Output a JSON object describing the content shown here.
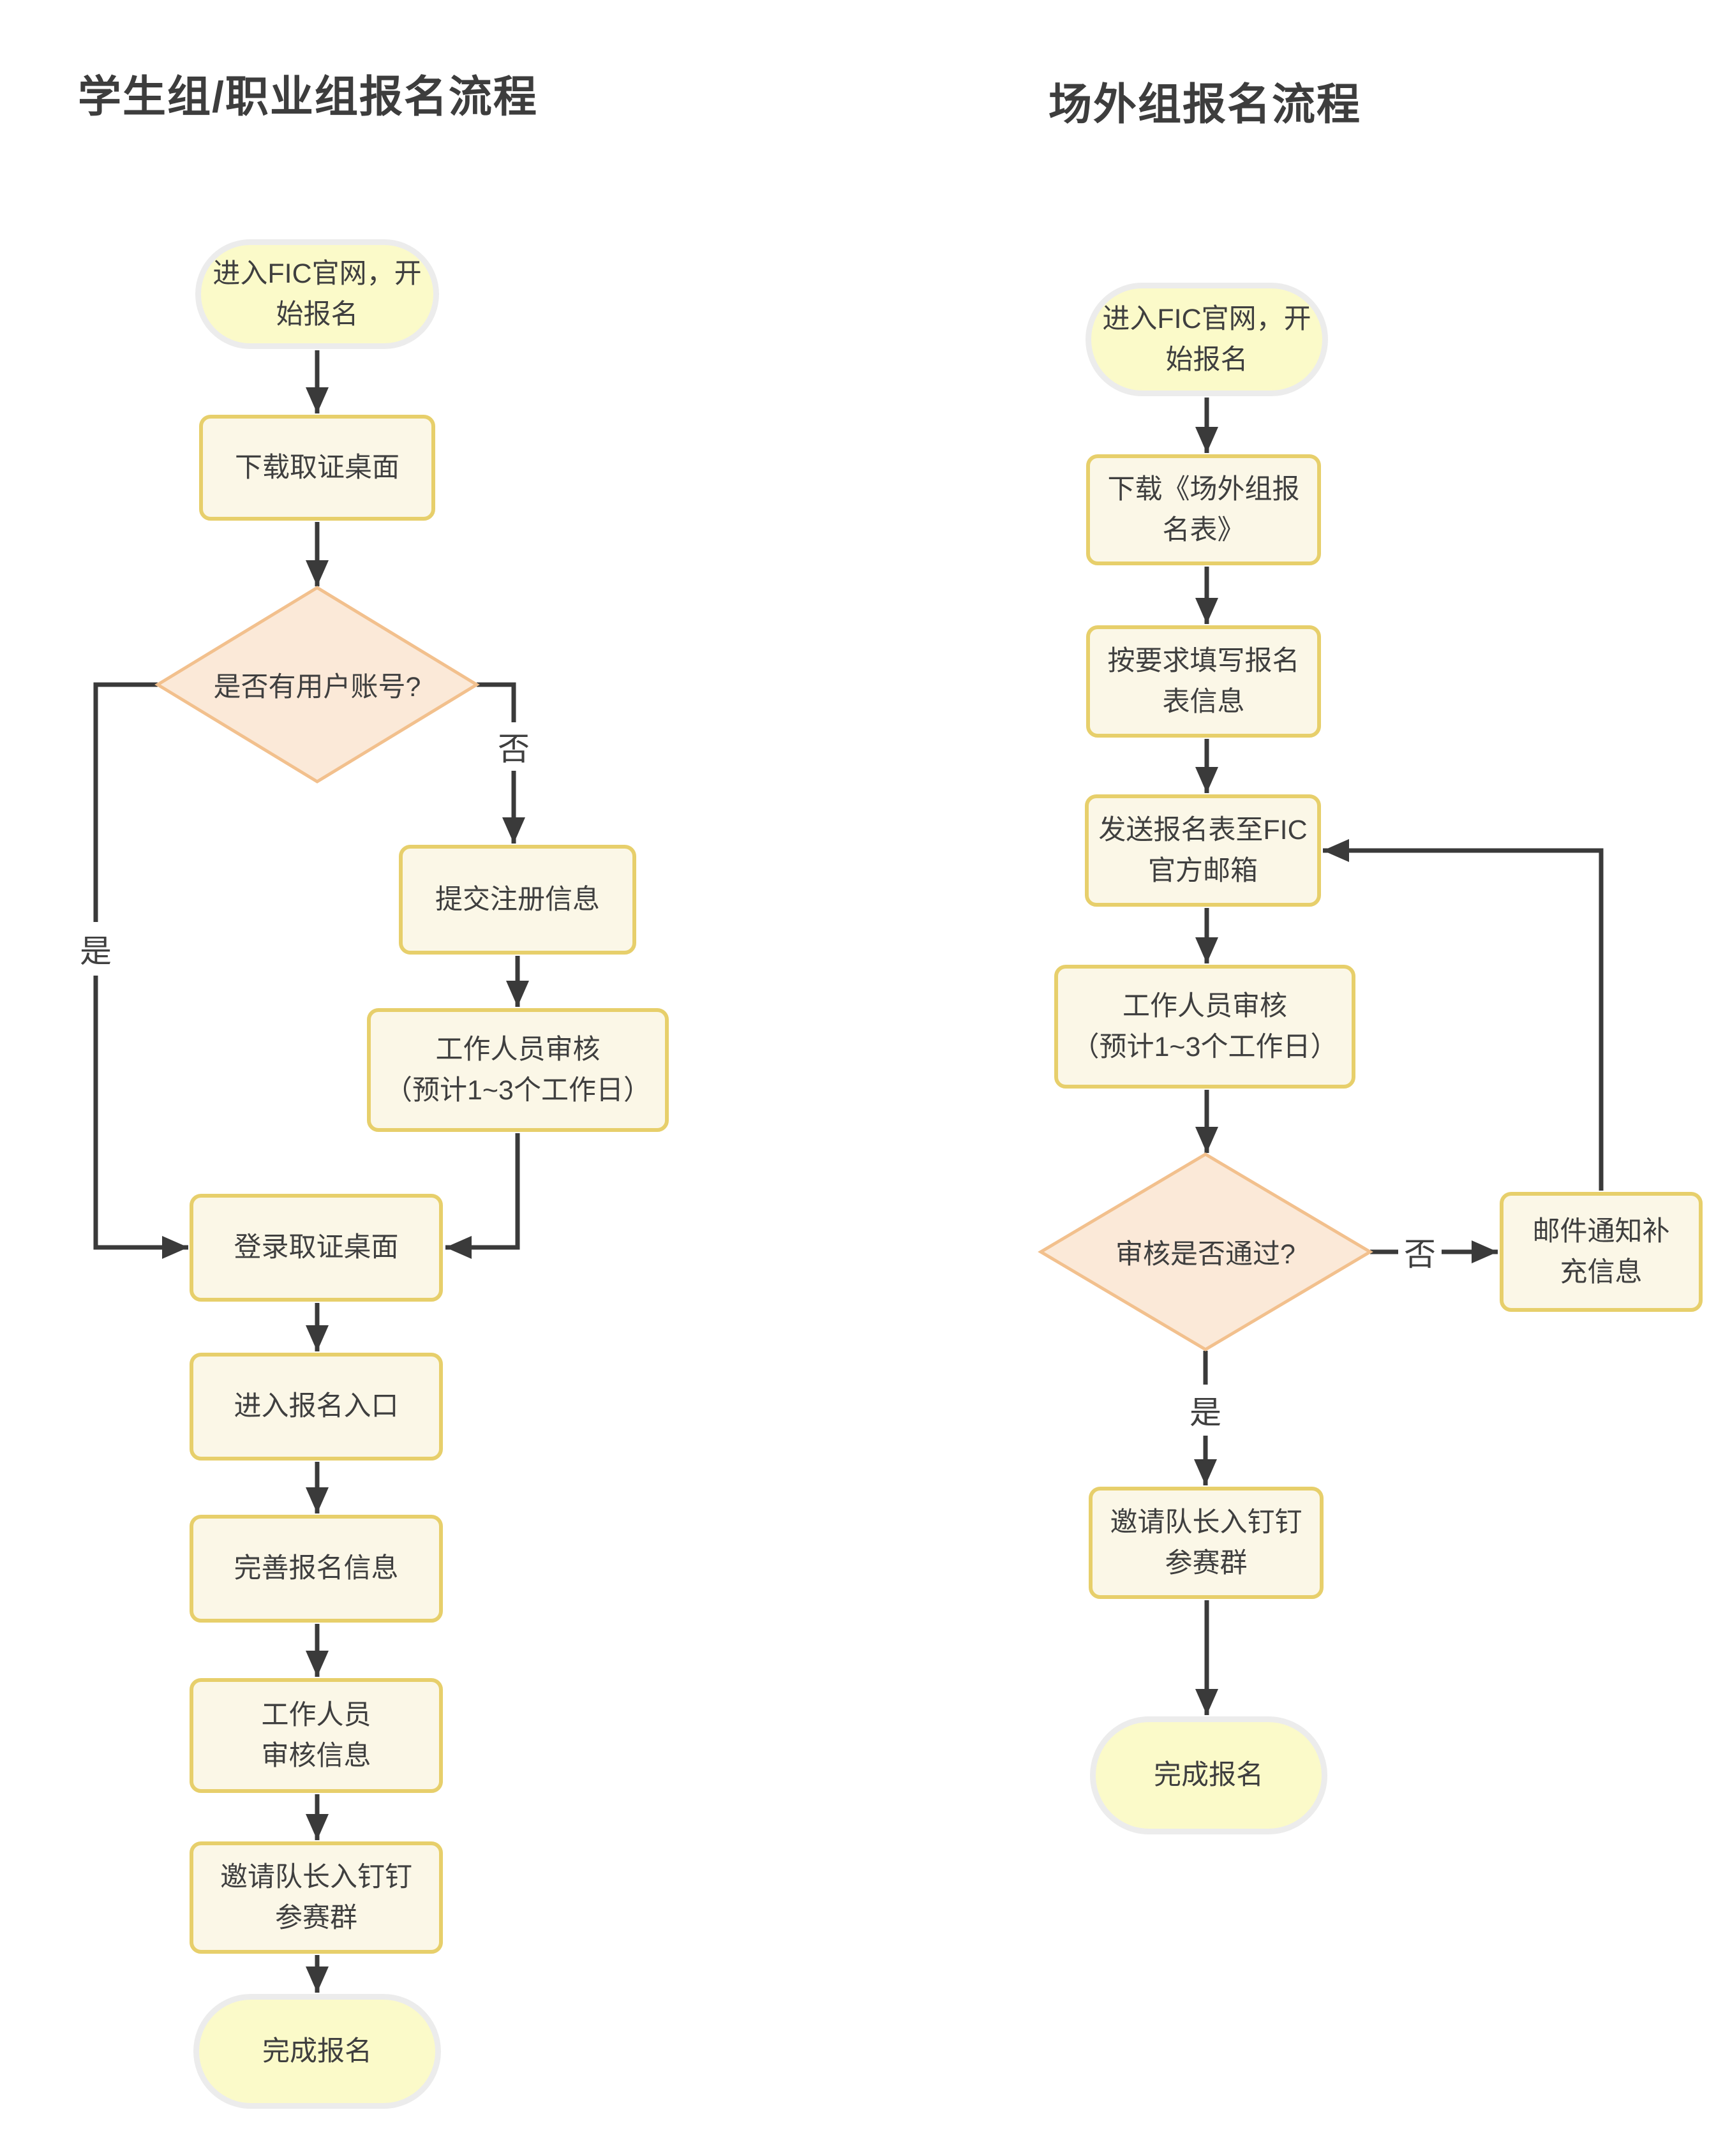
{
  "colors": {
    "page_bg": "#ffffff",
    "edge": "#3a3a3a",
    "text": "#3f3f3f",
    "title_text": "#3d3d3d",
    "stadium_fill": "#fbfac9",
    "stadium_border": "#ececec",
    "process_fill": "#fbf7e7",
    "process_border": "#e7cf6b",
    "diamond_fill": "#fbe9d8",
    "diamond_border": "#f2c08d"
  },
  "left_flow": {
    "title": "学生组/职业组报名流程",
    "start": "进入FIC官网，开\n始报名",
    "download_desktop": "下载取证桌面",
    "has_account_question": "是否有用户账号?",
    "submit_registration": "提交注册信息",
    "staff_review": "工作人员审核\n（预计1~3个工作日）",
    "login_desktop": "登录取证桌面",
    "enter_registration": "进入报名入口",
    "complete_registration_info": "完善报名信息",
    "staff_verify_info": "工作人员\n审核信息",
    "invite_captain_dingtalk": "邀请队长入钉钉\n参赛群",
    "finish": "完成报名",
    "label_yes": "是",
    "label_no": "否"
  },
  "right_flow": {
    "title": "场外组报名流程",
    "start": "进入FIC官网，开\n始报名",
    "download_form": "下载《场外组报\n名表》",
    "fill_form": "按要求填写报名\n表信息",
    "send_form": "发送报名表至FIC\n官方邮箱",
    "staff_review": "工作人员审核\n（预计1~3个工作日）",
    "review_passed_question": "审核是否通过?",
    "email_notify_supplement": "邮件通知补\n充信息",
    "invite_captain_dingtalk": "邀请队长入钉钉\n参赛群",
    "finish": "完成报名",
    "label_yes": "是",
    "label_no": "否"
  }
}
